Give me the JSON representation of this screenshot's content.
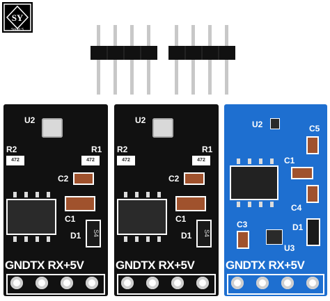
{
  "logo": {
    "letters": "SY",
    "caption": "Smart S",
    "icon": "logo-mark"
  },
  "boards": [
    {
      "color": "#111111",
      "labels": {
        "u2": "U2",
        "r2": "R2",
        "r1": "R1",
        "c2": "C2",
        "c1": "C1",
        "d1": "D1",
        "diode_mark": "S4",
        "res1": "472",
        "res2": "472",
        "gnd": "GND",
        "tx": "TX",
        "rx": "RX",
        "v5": "+5V"
      }
    },
    {
      "color": "#111111",
      "labels": {
        "u2": "U2",
        "r2": "R2",
        "r1": "R1",
        "c2": "C2",
        "c1": "C1",
        "d1": "D1",
        "diode_mark": "S4",
        "res1": "472",
        "res2": "472",
        "gnd": "GND",
        "tx": "TX",
        "rx": "RX",
        "v5": "+5V"
      }
    },
    {
      "color": "#1e6fd0",
      "labels": {
        "u2": "U2",
        "c5": "C5",
        "c1": "C1",
        "c4": "C4",
        "c3": "C3",
        "d1": "D1",
        "u3": "U3",
        "gnd": "GND",
        "tx": "TX",
        "rx": "RX",
        "v5": "+5V"
      }
    }
  ]
}
